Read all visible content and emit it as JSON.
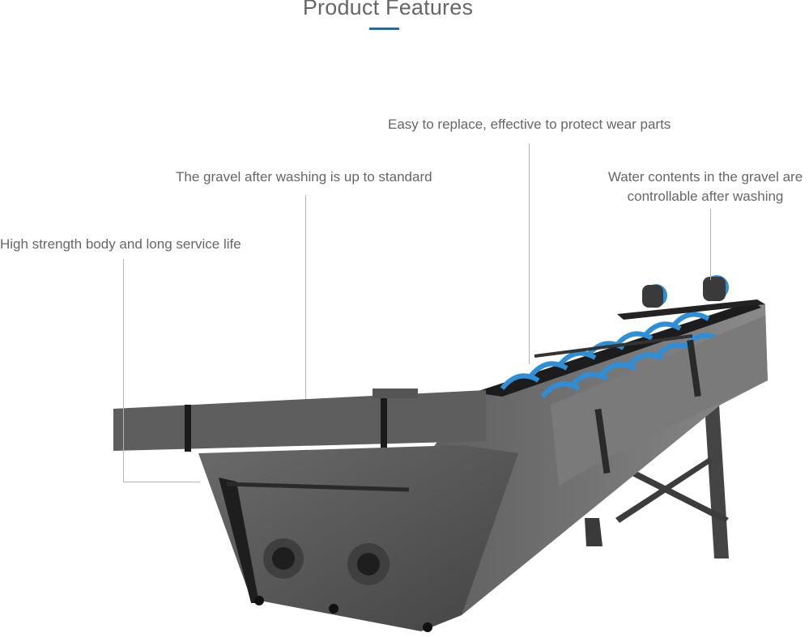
{
  "section": {
    "title": "Product Features",
    "accent_color": "#1e6fa8"
  },
  "features": [
    {
      "id": "wear-parts",
      "text": "Easy to replace, effective to protect wear parts"
    },
    {
      "id": "gravel-standard",
      "text": "The gravel after washing is up to standard"
    },
    {
      "id": "water-content",
      "line1": "Water contents in the gravel are",
      "line2": "controllable after washing"
    },
    {
      "id": "high-strength",
      "text": "High strength body and long service life"
    }
  ],
  "image": {
    "subject": "spiral sand washing machine",
    "body_color": "#5a5a5a",
    "spiral_color": "#2e8fd6"
  }
}
